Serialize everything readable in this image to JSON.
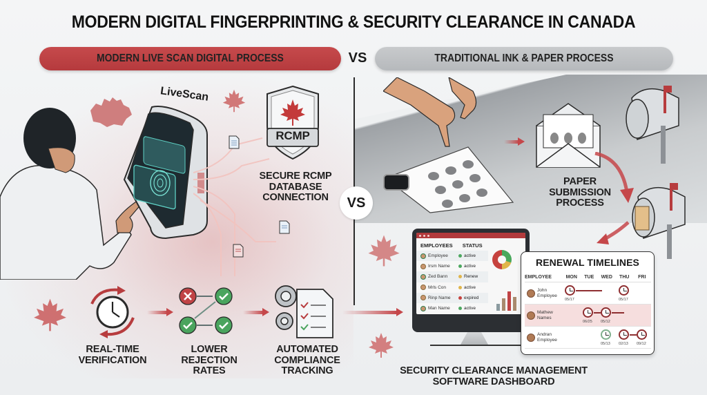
{
  "title": "MODERN DIGITAL FINGERPRINTING & SECURITY CLEARANCE IN CANADA",
  "header": {
    "left_pill": "MODERN LIVE SCAN DIGITAL PROCESS",
    "vs": "VS",
    "right_pill": "TRADITIONAL INK & PAPER PROCESS"
  },
  "colors": {
    "accent_red": "#b8403f",
    "neutral_gray": "#bdc0c3",
    "status_active": "#4ca860",
    "status_renew": "#e0b54a",
    "status_expired": "#c6423e"
  },
  "left": {
    "device_label": "LiveScan",
    "rcmp_badge": "RCMP",
    "rcmp_caption": [
      "SECURE RCMP",
      "DATABASE",
      "CONNECTION"
    ],
    "features": [
      {
        "icon": "clock-refresh-icon",
        "label": [
          "REAL-TIME",
          "VERIFICATION"
        ]
      },
      {
        "icon": "check-flow-icon",
        "label": [
          "LOWER",
          "REJECTION",
          "RATES"
        ]
      },
      {
        "icon": "gear-checklist-icon",
        "label": [
          "AUTOMATED",
          "COMPLIANCE",
          "TRACKING"
        ]
      }
    ]
  },
  "middle_vs": "VS",
  "right": {
    "paper_caption": [
      "PAPER",
      "SUBMISSION",
      "PROCESS"
    ],
    "dashboard_caption": [
      "SECURITY CLEARANCE MANAGEMENT",
      "SOFTWARE DASHBOARD"
    ],
    "dashboard": {
      "columns": [
        "EMPLOYEES",
        "STATUS"
      ],
      "rows": [
        {
          "name": "Employee",
          "status": "active",
          "color": "#4ca860"
        },
        {
          "name": "Irsm Name",
          "status": "active",
          "color": "#4ca860"
        },
        {
          "name": "Zed Bann",
          "status": "Renew",
          "color": "#e0b54a"
        },
        {
          "name": "Mrls Con",
          "status": "active",
          "color": "#e0b54a"
        },
        {
          "name": "Rinp Name",
          "status": "expired",
          "color": "#c6423e"
        },
        {
          "name": "Man Name",
          "status": "active",
          "color": "#4ca860"
        }
      ]
    },
    "renewal": {
      "title": "RENEWAL TIMELINES",
      "columns": [
        "EMPLOYEE",
        "MON",
        "TUE",
        "WED",
        "THU",
        "FRI"
      ],
      "rows": [
        {
          "name": [
            "John",
            "Employee"
          ],
          "dates": [
            "05/17",
            "05/17"
          ]
        },
        {
          "name": [
            "Mathew",
            "Names"
          ],
          "dates": [
            "06/25",
            "05/12"
          ]
        },
        {
          "name": [
            "Andran",
            "Employee"
          ],
          "dates": [
            "05/13",
            "02/13",
            "09/12"
          ]
        }
      ]
    }
  }
}
